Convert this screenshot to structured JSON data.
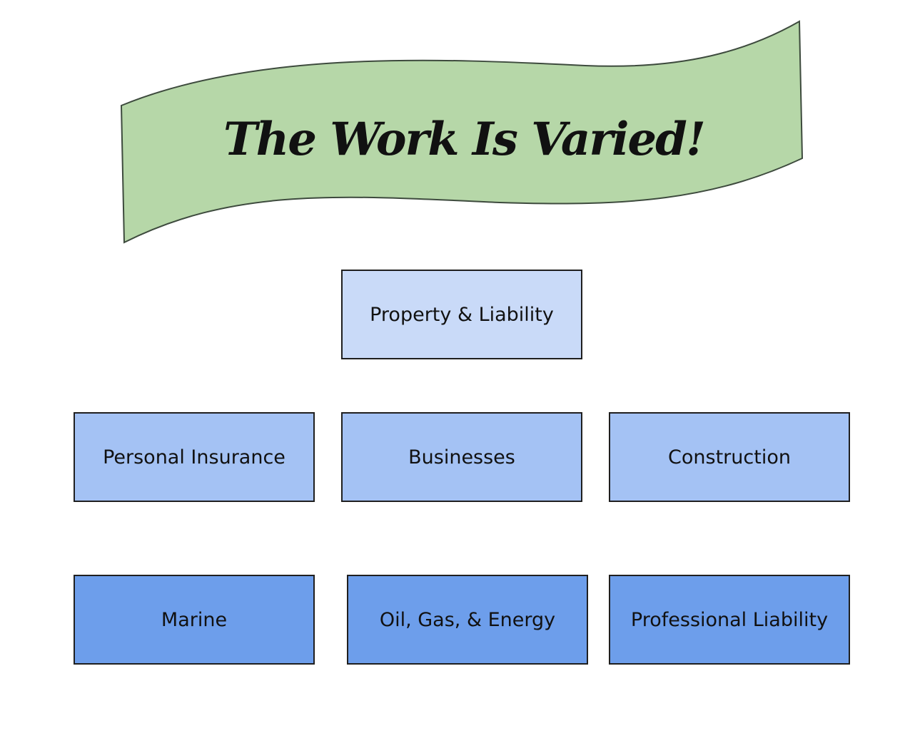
{
  "banner": {
    "title": "The Work Is Varied!",
    "fill_color": "#b6d7a8"
  },
  "hierarchy": {
    "root": "Property & Liability",
    "tier_2": [
      "Personal Insurance",
      "Businesses",
      "Construction"
    ],
    "tier_3": [
      "Marine",
      "Oil, Gas, & Energy",
      "Professional Liability"
    ]
  },
  "colors": {
    "root_fill": "#c9daf8",
    "tier_2_fill": "#a4c2f4",
    "tier_3_fill": "#6d9eeb",
    "border": "#1f1f1f"
  }
}
